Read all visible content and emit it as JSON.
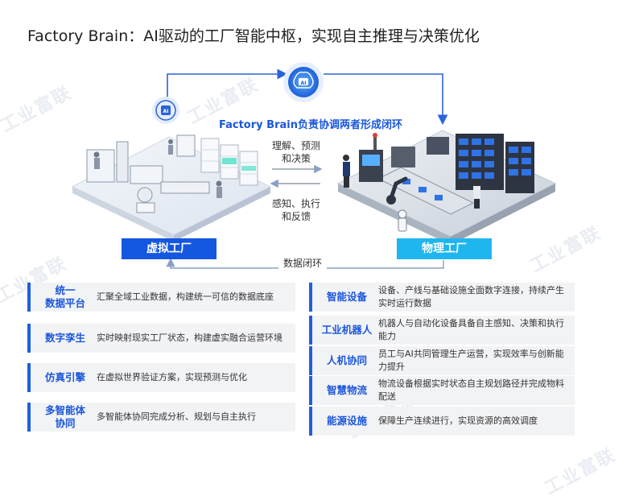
{
  "title": "Factory Brain：AI驱动的工厂智能中枢，实现自主推理与决策优化",
  "center_label": "Factory Brain负责协调两者形成闭环",
  "arrows": {
    "top_right": [
      "理解、预测",
      "和决策"
    ],
    "bottom_left": [
      "感知、执行",
      "和反馈"
    ],
    "loop": "数据闭环"
  },
  "factories": {
    "virtual": "虚拟工厂",
    "physical": "物理工厂"
  },
  "icons": {
    "brain": "AI",
    "left": "AI"
  },
  "left_cards": [
    {
      "name": [
        "统一",
        "数据平台"
      ],
      "desc": [
        "汇聚全域工业数据，构建统一可信的数据底座"
      ]
    },
    {
      "name": [
        "数字孪生"
      ],
      "desc": [
        "实时映射现实工厂状态，构建虚实融合运营环境"
      ]
    },
    {
      "name": [
        "仿真引擎"
      ],
      "desc": [
        "在虚拟世界验证方案，实现预测与优化"
      ]
    },
    {
      "name": [
        "多智能体",
        "协同"
      ],
      "desc": [
        "多智能体协同完成分析、规划与自主执行"
      ]
    }
  ],
  "right_cards": [
    {
      "name": [
        "智能设备"
      ],
      "desc": [
        "设备、产线与基础设施全面数字连接，持续产生",
        "实时运行数据"
      ]
    },
    {
      "name": [
        "工业机器人"
      ],
      "desc": [
        "机器人与自动化设备具备自主感知、决策和执行",
        "能力"
      ]
    },
    {
      "name": [
        "人机协同"
      ],
      "desc": [
        "员工与AI共同管理生产运营，实现效率与创新能",
        "力提升"
      ]
    },
    {
      "name": [
        "智慧物流"
      ],
      "desc": [
        "物流设备根据实时状态自主规划路径并完成物料",
        "配送"
      ]
    },
    {
      "name": [
        "能源设施"
      ],
      "desc": [
        "保障生产连续进行，实现资源的高效调度"
      ]
    }
  ],
  "watermark": "工业富联",
  "colors": {
    "accent": "#1d5fe0",
    "tag_blue": "#1457e0",
    "tag_cyan": "#1fb6f0"
  }
}
